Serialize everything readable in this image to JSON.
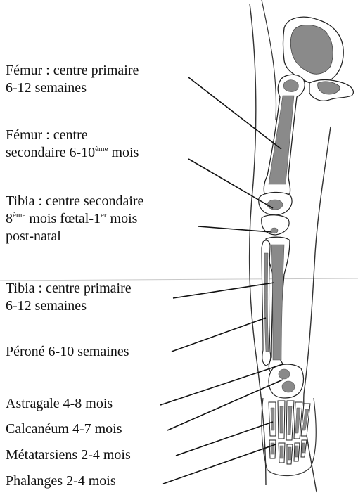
{
  "labels": {
    "femur_primary": {
      "line1": "Fémur : centre primaire",
      "line2": "6-12 semaines"
    },
    "femur_secondary": {
      "line1": "Fémur : centre",
      "line2_a": "secondaire 6-10",
      "line2_sup": "ème",
      "line2_b": " mois"
    },
    "tibia_secondary": {
      "line1": "Tibia : centre secondaire",
      "line2_a": "8",
      "line2_sup": "ème",
      "line2_b": " mois fœtal-1",
      "line2_sup2": "er",
      "line2_c": " mois",
      "line3": "post-natal"
    },
    "tibia_primary": {
      "line1": "Tibia : centre primaire",
      "line2": "6-12 semaines"
    },
    "perone": "Péroné 6-10 semaines",
    "astragale": "Astragale 4-8 mois",
    "calcaneum": "Calcanéum 4-7 mois",
    "metatarsiens": "Métatarsiens 2-4 mois",
    "phalanges": "Phalanges 2-4 mois"
  },
  "colors": {
    "ossified": "#8a8a8a",
    "bone_outline": "#222222",
    "leader": "#111111"
  }
}
